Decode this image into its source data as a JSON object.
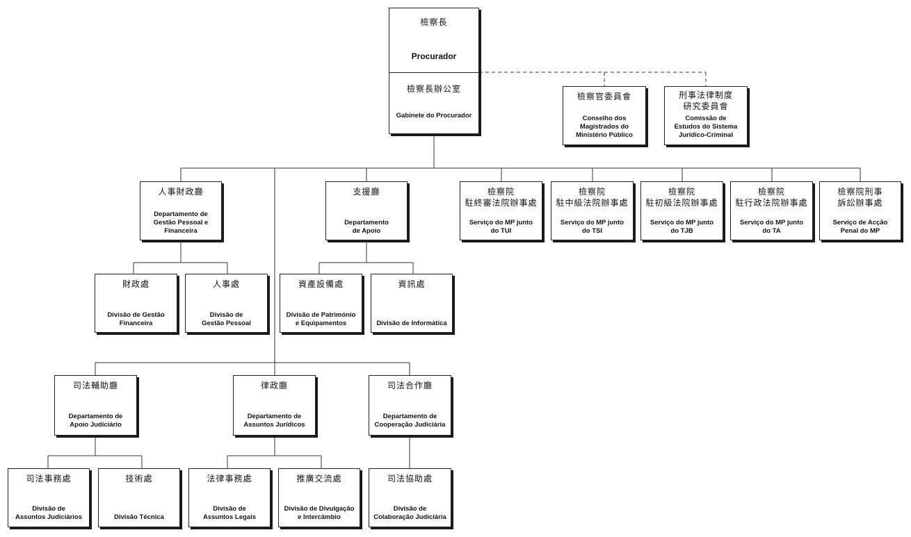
{
  "procurador": {
    "zh": "檢察長",
    "pt": "Procurador",
    "office_zh": "檢察長辦公室",
    "office_pt": "Gabinete do Procurador"
  },
  "units": {
    "conselho": {
      "zh": "檢察官委員會",
      "pt": "Conselho dos\nMagistrados do\nMinistério Público"
    },
    "comissao": {
      "zh": "刑事法律制度\n研究委員會",
      "pt": "Comissão de\nEstudos do Sistema\nJurídico-Criminal"
    },
    "dgpf": {
      "zh": "人事財政廳",
      "pt": "Departamento de\nGestão Pessoal e\nFinanceira"
    },
    "apoio": {
      "zh": "支援廳",
      "pt": "Departamento\nde Apoio"
    },
    "tui": {
      "zh": "檢察院\n駐終審法院辦事處",
      "pt": "Serviço do MP junto\ndo TUI"
    },
    "tsi": {
      "zh": "檢察院\n駐中級法院辦事處",
      "pt": "Serviço do MP junto\ndo TSI"
    },
    "tjb": {
      "zh": "檢察院\n駐初級法院辦事處",
      "pt": "Serviço do MP junto\ndo TJB"
    },
    "ta": {
      "zh": "檢察院\n駐行政法院辦事處",
      "pt": "Serviço do MP junto\ndo TA"
    },
    "penal": {
      "zh": "檢察院刑事\n訴訟辦事處",
      "pt": "Serviço de Acção\nPenal do MP"
    },
    "financeira": {
      "zh": "財政處",
      "pt": "Divisão de Gestão\nFinanceira"
    },
    "pessoal": {
      "zh": "人事處",
      "pt": "Divisão de\nGestão Pessoal"
    },
    "patrimonio": {
      "zh": "資產設備處",
      "pt": "Divisão de Património\ne Equipamentos"
    },
    "informatica": {
      "zh": "資訊處",
      "pt": "Divisão de Informática"
    },
    "apoio_jud": {
      "zh": "司法輔助廳",
      "pt": "Departamento de\nApoio Judiciário"
    },
    "juridicos": {
      "zh": "律政廳",
      "pt": "Departamento de\nAssuntos Jurídicos"
    },
    "cooperacao": {
      "zh": "司法合作廳",
      "pt": "Departamento de\nCooperação Judiciária"
    },
    "ass_judiciarios": {
      "zh": "司法事務處",
      "pt": "Divisão de\nAssuntos Judiciários"
    },
    "tecnica": {
      "zh": "技術處",
      "pt": "Divisão Técnica"
    },
    "ass_legais": {
      "zh": "法律事務處",
      "pt": "Divisão de\nAssuntos Legais"
    },
    "divulgacao": {
      "zh": "推廣交流處",
      "pt": "Divisão de Divulgação\ne Intercâmbio"
    },
    "colaboracao": {
      "zh": "司法協助處",
      "pt": "Divisão de\nColaboração Judiciária"
    }
  }
}
